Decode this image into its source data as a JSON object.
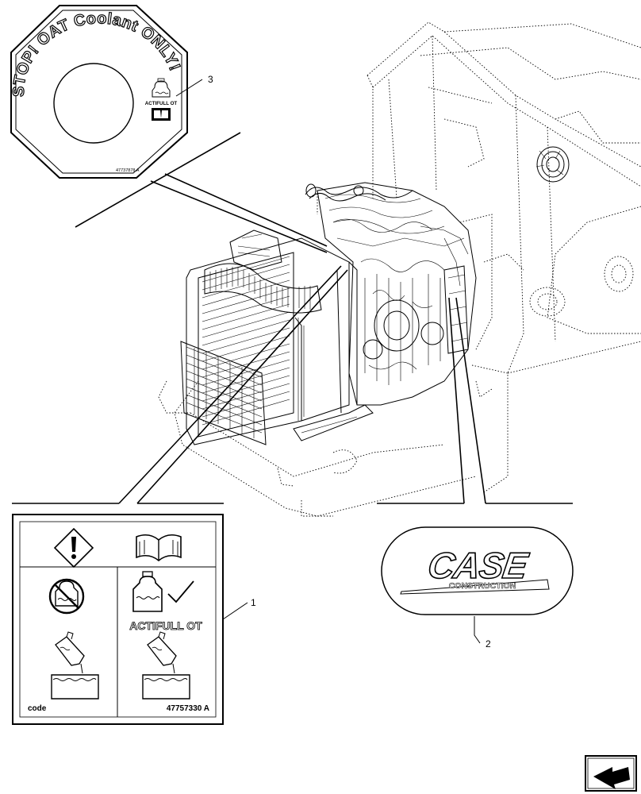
{
  "callouts": {
    "item1": "1",
    "item2": "2",
    "item3": "3"
  },
  "decal_stop": {
    "text": "STOP! OAT Coolant ONLY!",
    "small_label": "ACTIFULL OT",
    "part_number": "47737878 A"
  },
  "decal_coolant": {
    "brand_label": "ACTIFULL OT",
    "code_label": "code",
    "part_number": "47757330 A"
  },
  "decal_logo": {
    "brand": "CASE",
    "sub": "CONSTRUCTION"
  },
  "icons": [
    "warning-diamond-icon",
    "manual-book-icon",
    "coolant-tank-icon",
    "check-mark-icon",
    "pouring-bottle-icon",
    "reservoir-icon",
    "navigation-arrow-icon"
  ]
}
